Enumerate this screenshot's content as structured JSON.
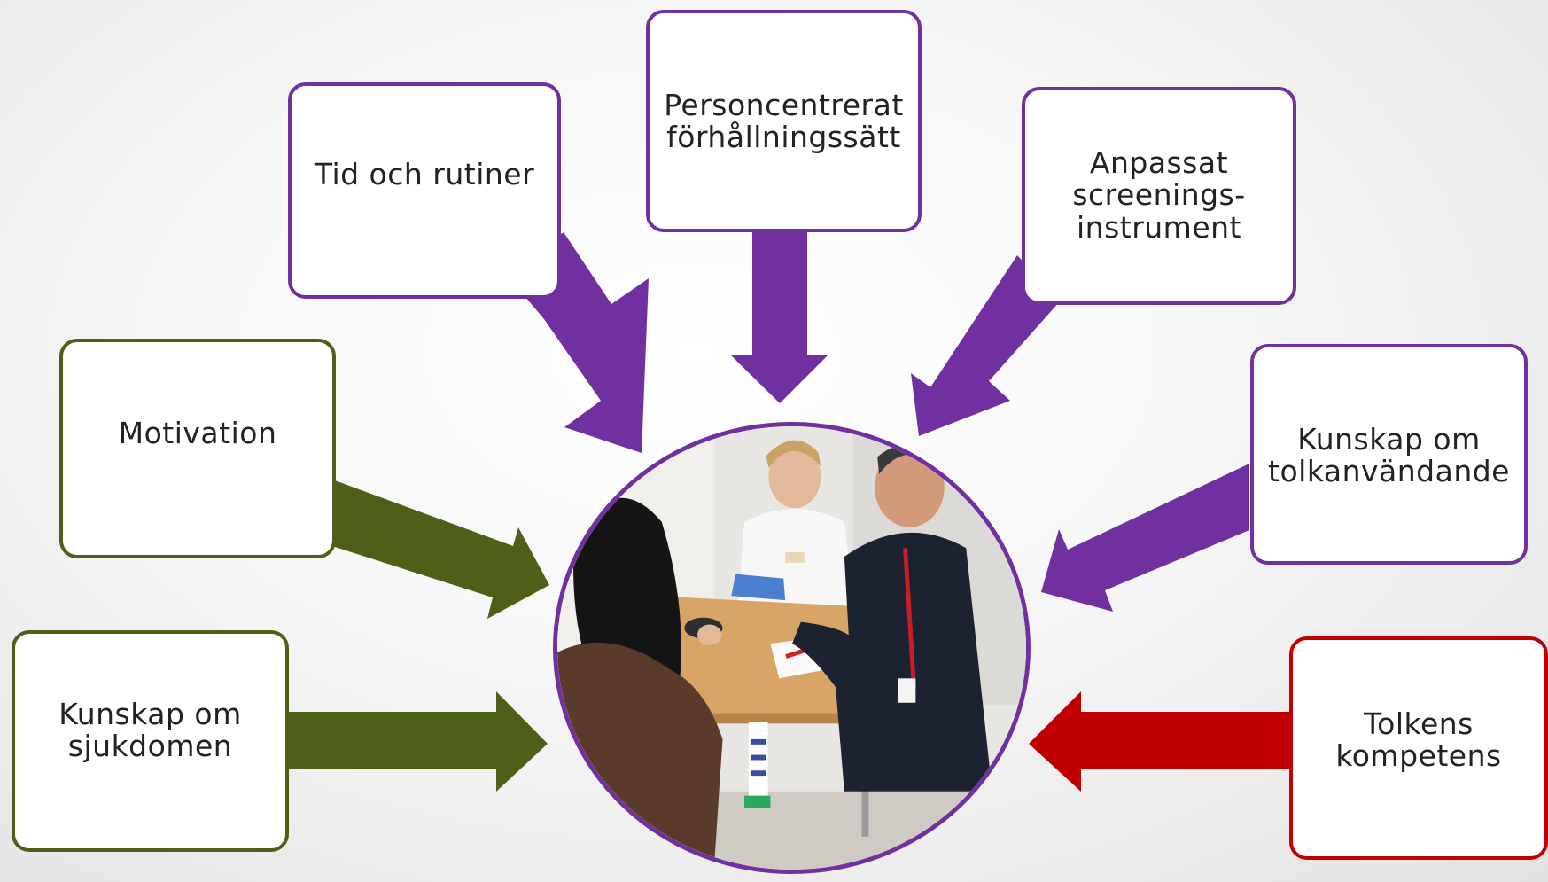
{
  "colors": {
    "purple": "#7030a0",
    "green": "#4e6018",
    "red": "#c00000"
  },
  "boxes": {
    "tid": "Tid och rutiner",
    "personcentrerat": "Personcentrerat\nförhållningssätt",
    "anpassat": "Anpassat\nscreenings-\ninstrument",
    "motivation": "Motivation",
    "kunskap_tolk": "Kunskap om\ntolkanvändande",
    "kunskap_sjukdom": "Kunskap om\nsjukdomen",
    "tolkens": "Tolkens\nkompetens"
  },
  "center_image": "photo-consultation-scene"
}
